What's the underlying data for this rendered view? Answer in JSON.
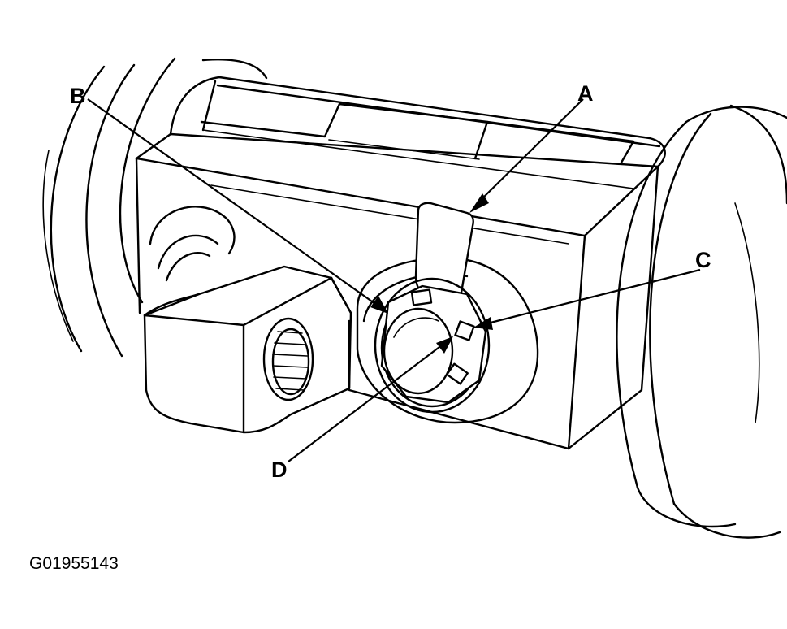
{
  "callouts": {
    "a": "A",
    "b": "B",
    "c": "C",
    "d": "D"
  },
  "figure_id": "G01955143",
  "colors": {
    "line": "#000000",
    "background": "#ffffff"
  }
}
